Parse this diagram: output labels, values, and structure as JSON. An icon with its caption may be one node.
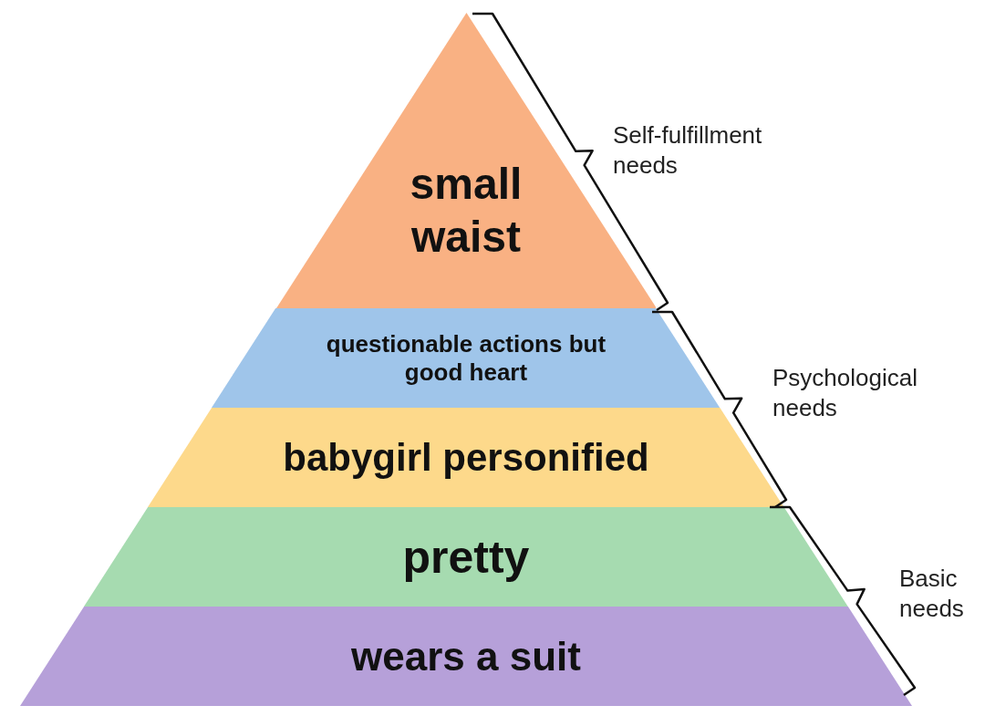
{
  "diagram": {
    "nodes": [
      {
        "text": [
          "small waist"
        ]
      },
      {
        "text": [
          "questionable actions but good heart"
        ]
      },
      {
        "text": [
          "babygirl personified"
        ]
      },
      {
        "text": [
          "pretty"
        ]
      },
      {
        "text": [
          "wears a suit"
        ]
      }
    ],
    "labels": [
      "Self-fulfillment needs",
      "Psychological needs",
      "Basic needs"
    ]
  }
}
